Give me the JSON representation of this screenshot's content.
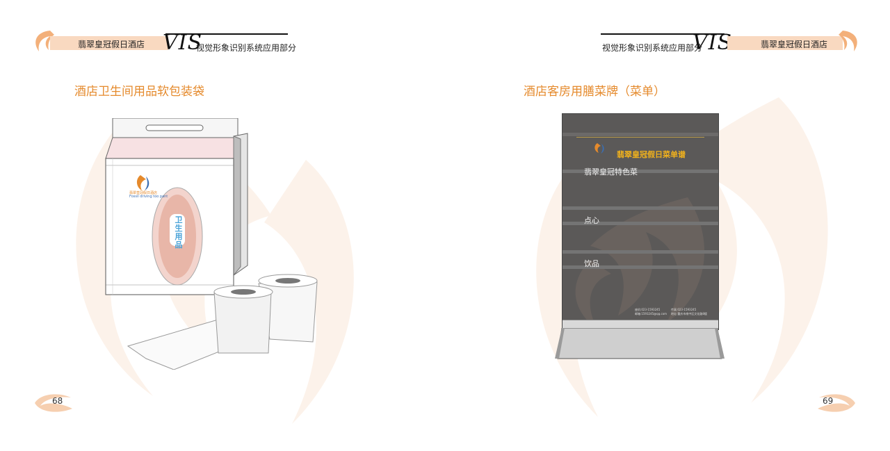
{
  "left_page": {
    "header": {
      "hotel_name": "翡翠皇冠假日酒店",
      "vis": "VIS",
      "subtitle": "视觉形象识别系统应用部分"
    },
    "section_title": "酒店卫生间用品软包装袋",
    "page_number": "68",
    "package": {
      "brand_line1": "翡翠皇冠假日酒店",
      "brand_line2": "Fossil driving too pant",
      "product_label": "卫生用品"
    }
  },
  "right_page": {
    "header": {
      "hotel_name": "翡翠皇冠假日酒店",
      "vis": "VIS",
      "subtitle": "视觉形象识别系统应用部分"
    },
    "section_title": "酒店客房用膳菜牌（菜单）",
    "page_number": "69",
    "menu_card": {
      "title": "翡翠皇冠假日菜单谱",
      "sections": [
        "翡翠皇冠特色菜",
        "点心",
        "饮品"
      ],
      "footer_col1": [
        "座机:023-1593245",
        "邮箱:1593245@qq.com"
      ],
      "footer_col2": [
        "传真:023-1593245",
        "地址:重庆市南中区文化路8楼"
      ]
    }
  },
  "colors": {
    "accent": "#e58a2c",
    "header_band": "#f9d9c0",
    "menu_dark": "#5b5958",
    "menu_title": "#f2b21c"
  }
}
